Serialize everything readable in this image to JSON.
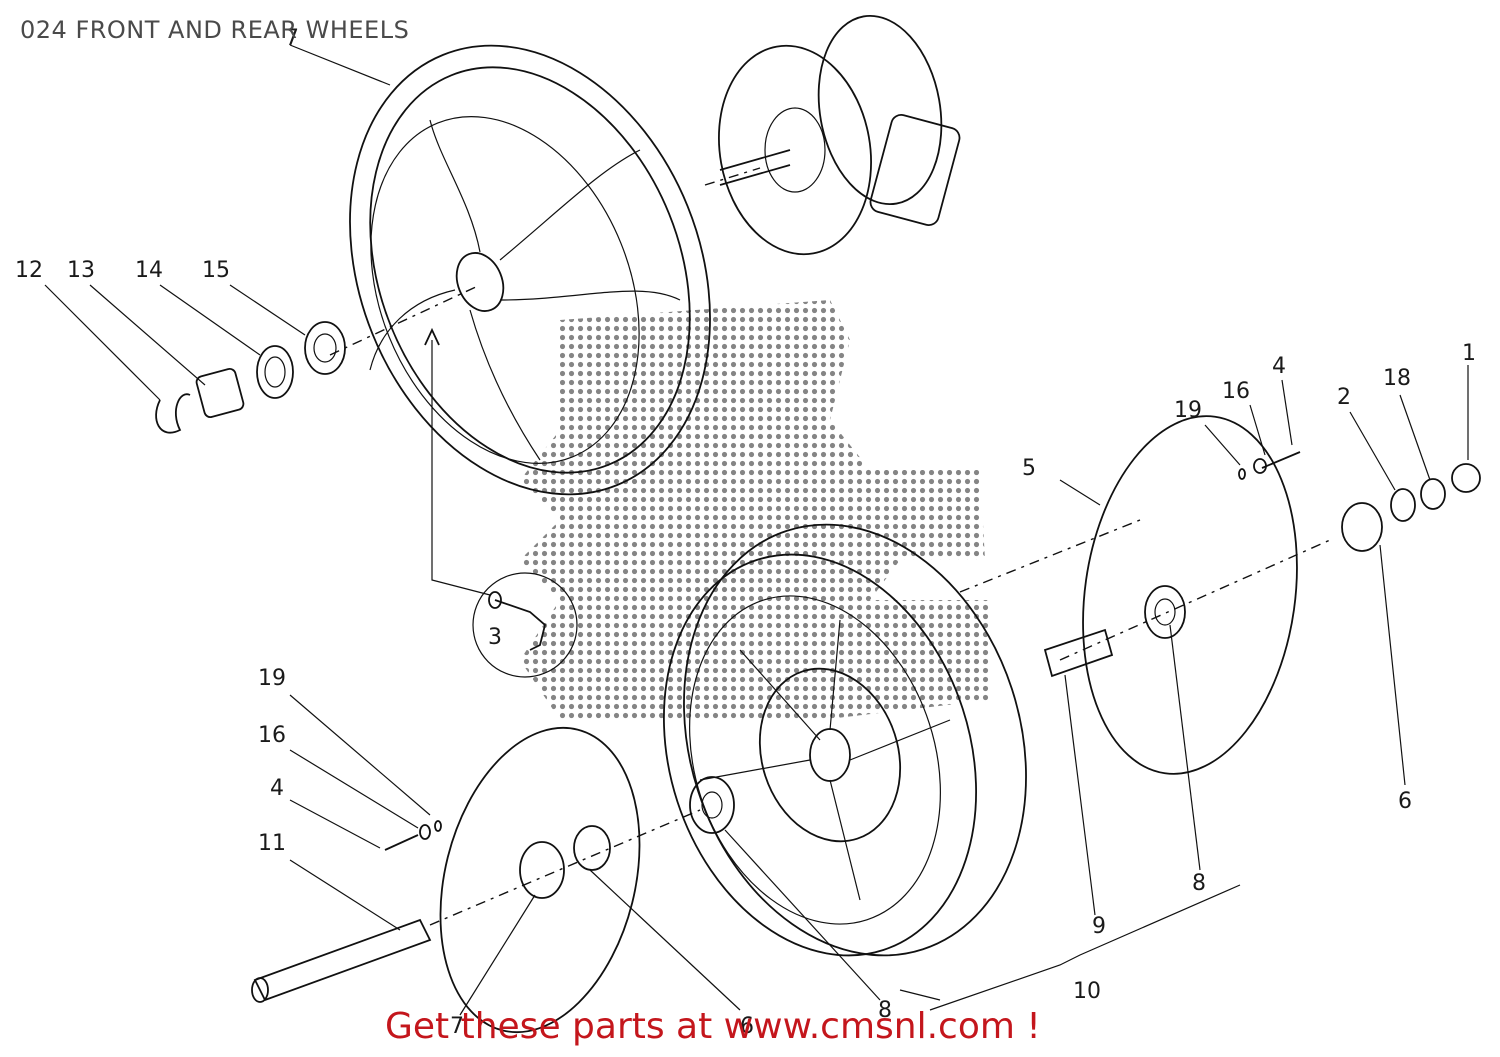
{
  "header": {
    "title": "024 FRONT AND REAR WHEELS"
  },
  "callouts": [
    "1",
    "2",
    "3",
    "4",
    "4",
    "5",
    "6",
    "6",
    "7",
    "7",
    "8",
    "8",
    "9",
    "10",
    "11",
    "12",
    "13",
    "14",
    "15",
    "16",
    "16",
    "18",
    "19",
    "19"
  ],
  "footer": {
    "promo": "Get these parts at www.cmsnl.com !"
  },
  "colors": {
    "promo": "#c4161c",
    "title": "#4a4a4a",
    "line": "#111111"
  }
}
